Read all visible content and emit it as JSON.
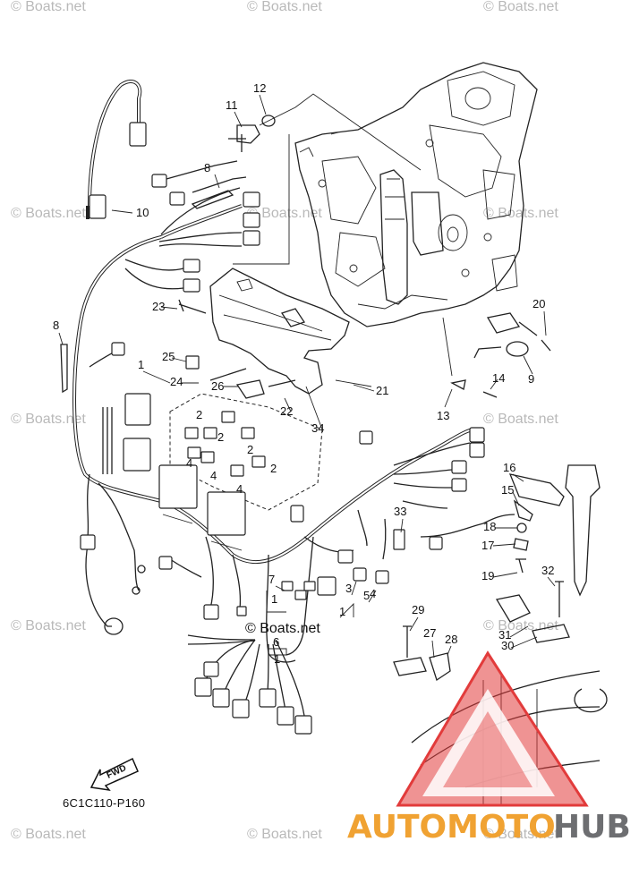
{
  "diagram": {
    "code": "6C1C110-P160",
    "fwd_label": "FWD",
    "center_watermark": "© Boats.net",
    "watermark_text": "© Boats.net",
    "brand": {
      "part1": "AUTOMOTO",
      "part2": "HUB",
      "color_orange": "#f0a232",
      "color_gray": "#6d6e71",
      "logo_red": "#e23b3b"
    },
    "part_labels": {
      "p1a": "1",
      "p1b": "1",
      "p1c": "1",
      "p1d": "1",
      "p2a": "2",
      "p2b": "2",
      "p2c": "2",
      "p2d": "2",
      "p3": "3",
      "p4a": "4",
      "p4b": "4",
      "p4c": "4",
      "p4d": "4",
      "p5": "5",
      "p6": "6",
      "p7": "7",
      "p8a": "8",
      "p8b": "8",
      "p9": "9",
      "p10": "10",
      "p11": "11",
      "p12": "12",
      "p13": "13",
      "p14": "14",
      "p15": "15",
      "p16": "16",
      "p17": "17",
      "p18": "18",
      "p19": "19",
      "p20": "20",
      "p21": "21",
      "p22": "22",
      "p23": "23",
      "p24": "24",
      "p25": "25",
      "p26": "26",
      "p27": "27",
      "p28": "28",
      "p29": "29",
      "p30": "30",
      "p31": "31",
      "p32": "32",
      "p33": "33",
      "p34": "34"
    }
  }
}
